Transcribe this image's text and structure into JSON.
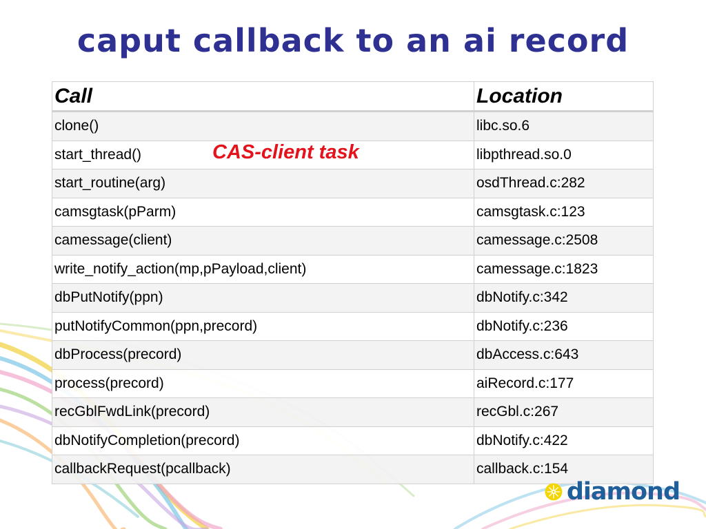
{
  "title": "caput callback to an ai record",
  "table": {
    "headers": {
      "call": "Call",
      "location": "Location"
    },
    "rows": [
      {
        "call": "clone()",
        "location": "libc.so.6"
      },
      {
        "call": "start_thread()",
        "location": "libpthread.so.0"
      },
      {
        "call": "start_routine(arg)",
        "location": "osdThread.c:282"
      },
      {
        "call": "camsgtask(pParm)",
        "location": "camsgtask.c:123"
      },
      {
        "call": "camessage(client)",
        "location": "camessage.c:2508"
      },
      {
        "call": "write_notify_action(mp,pPayload,client)",
        "location": "camessage.c:1823"
      },
      {
        "call": "dbPutNotify(ppn)",
        "location": "dbNotify.c:342"
      },
      {
        "call": "putNotifyCommon(ppn,precord)",
        "location": "dbNotify.c:236"
      },
      {
        "call": "dbProcess(precord)",
        "location": "dbAccess.c:643"
      },
      {
        "call": "process(precord)",
        "location": "aiRecord.c:177"
      },
      {
        "call": "recGblFwdLink(precord)",
        "location": "recGbl.c:267"
      },
      {
        "call": "dbNotifyCompletion(precord)",
        "location": "dbNotify.c:422"
      },
      {
        "call": "callbackRequest(pcallback)",
        "location": "callback.c:154"
      }
    ]
  },
  "annotation": "CAS-client task",
  "logo": {
    "text": "diamond"
  },
  "colors": {
    "title": "#2e3192",
    "annotation": "#e3121b",
    "logo_text": "#1f5f9a",
    "logo_mark": "#f5d500"
  }
}
